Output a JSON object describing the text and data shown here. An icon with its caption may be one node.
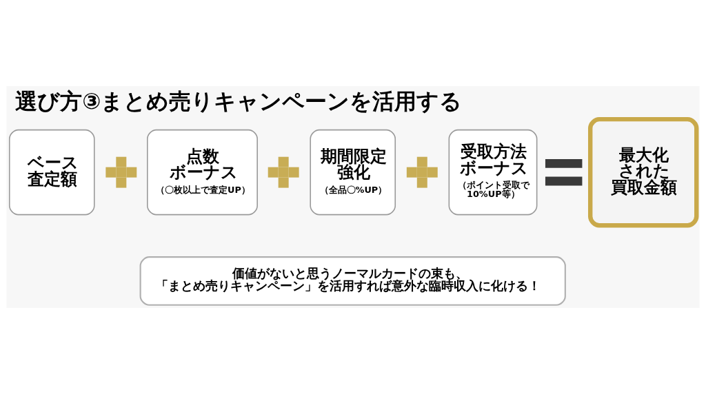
{
  "diagram": {
    "title": "選び方③まとめ売りキャンペーンを活用する",
    "nodes": [
      {
        "text": [
          "ベース査定額"
        ]
      },
      {
        "text": [],
        "shape": "plus"
      },
      {
        "text": [
          "点数ボーナス",
          "（〇枚以上で査定UP）"
        ]
      },
      {
        "text": [],
        "shape": "plus"
      },
      {
        "text": [
          "期間限定強化",
          "（全品〇%UP）"
        ]
      },
      {
        "text": [],
        "shape": "plus"
      },
      {
        "text": [
          "受取方法ボーナス",
          "（ポイント受取で10%UP等）"
        ]
      },
      {
        "text": [],
        "shape": "equals"
      },
      {
        "text": [
          "最大化された買取金額"
        ]
      },
      {
        "text": [
          "価値がないと思うノーマルカードの束も、「まとめ売りキャンペーン」を活用すれば意外な臨時収入に化ける！"
        ]
      }
    ]
  }
}
